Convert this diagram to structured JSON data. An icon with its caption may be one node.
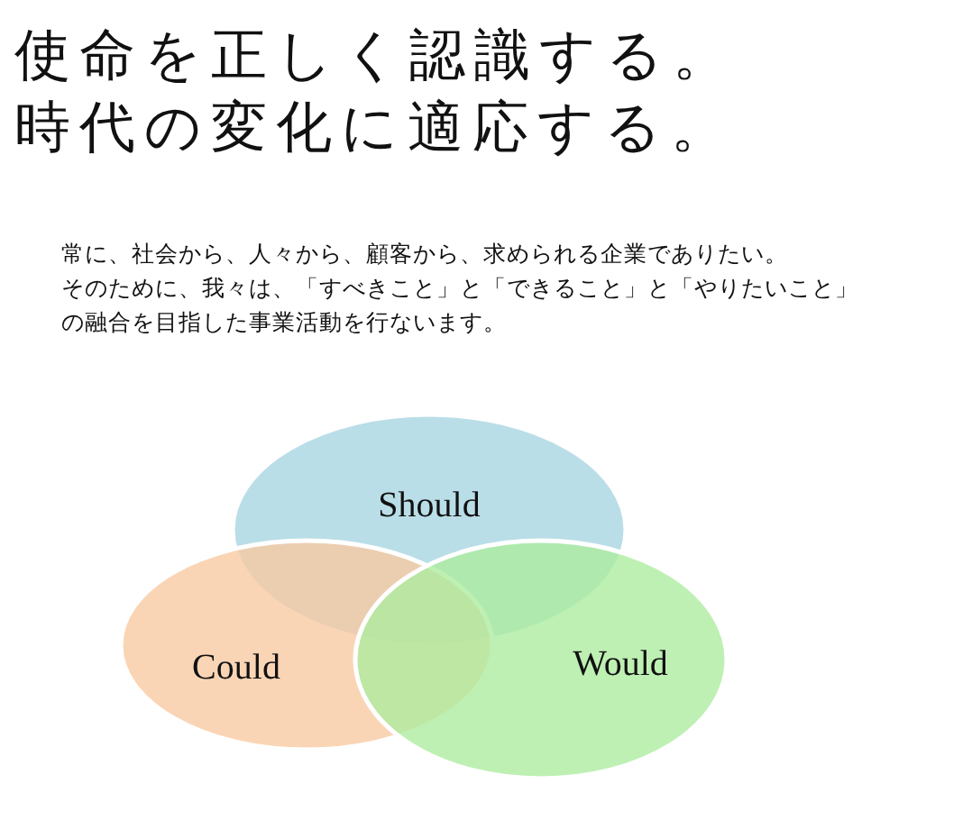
{
  "diagram": {
    "title": "使命を正しく認識する。",
    "nodes": [
      {
        "text": [
          "Should"
        ]
      },
      {
        "text": [
          "Could"
        ]
      },
      {
        "text": [
          "Would"
        ]
      }
    ],
    "labels": [
      "時代の変化に適応する。",
      "常に、社会から、人々から、顧客から、求められる企業でありたい。",
      "そのために、我々は、「すべきこと」と「できること」と「やりたいこと」の融合を目指した事業活動を行ないます。"
    ]
  }
}
